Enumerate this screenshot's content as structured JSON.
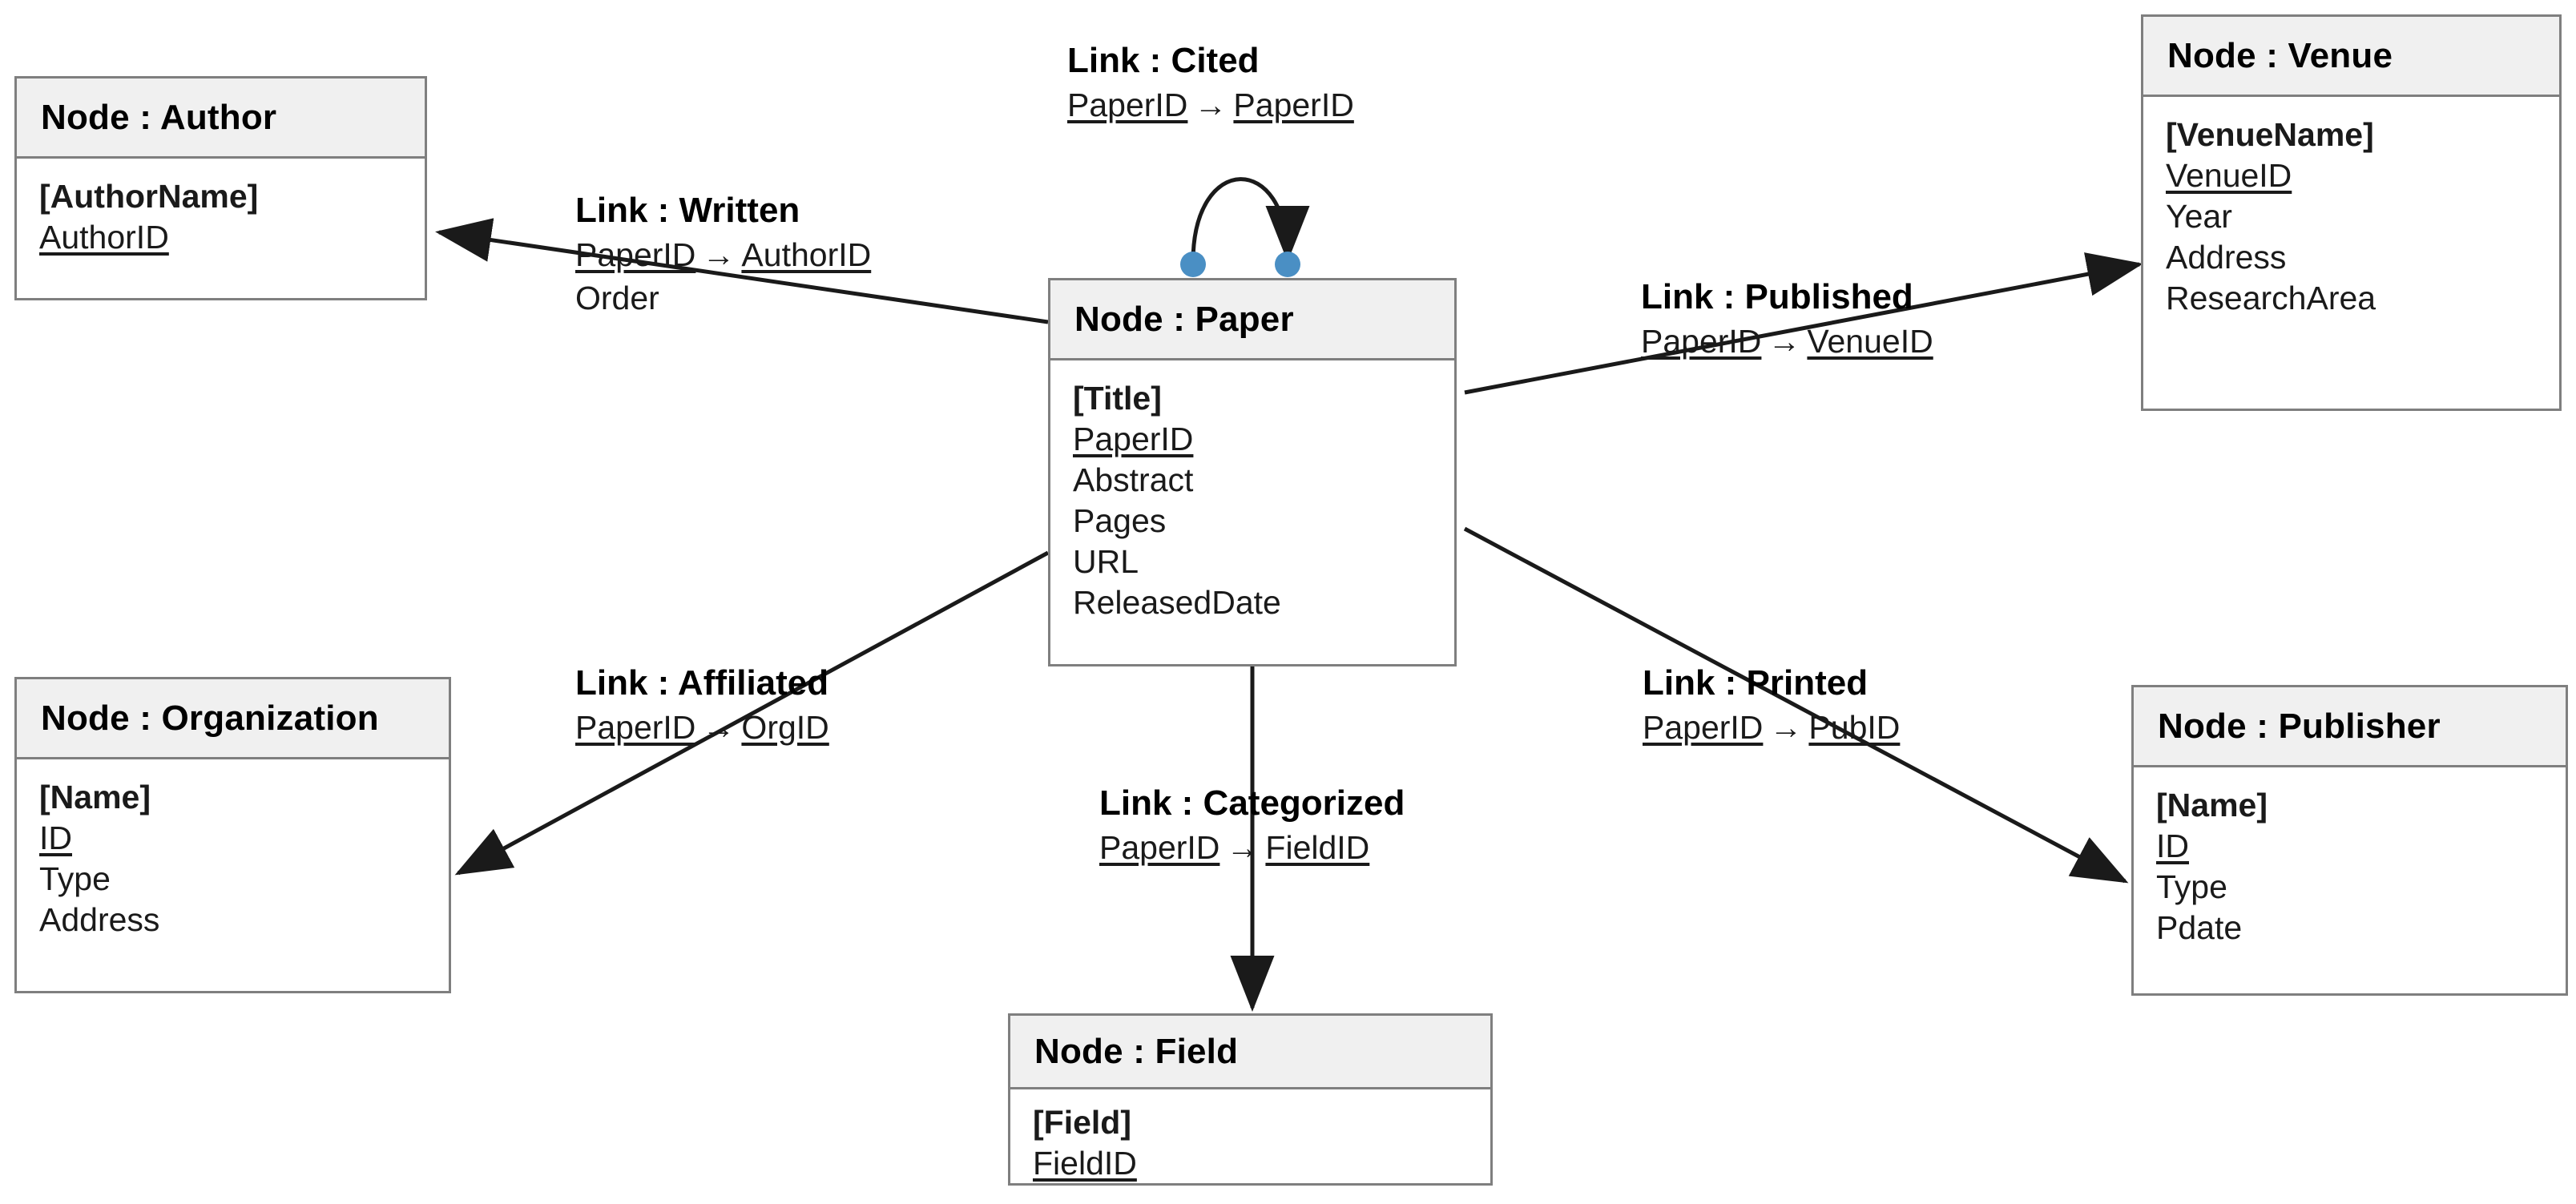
{
  "diagram": {
    "type": "graph-schema-er-diagram",
    "colors": {
      "node_border": "#7f7f7f",
      "node_header_bg": "#f0f0f0",
      "node_body_bg": "#ffffff",
      "text": "#1a1a1a",
      "edge": "#1a1a1a",
      "endpoint_dot": "#4a8fc4"
    },
    "nodes": [
      {
        "id": "author",
        "title": "Node : Author",
        "attributes": [
          {
            "text": "[AuthorName]",
            "style": "key"
          },
          {
            "text": "AuthorID",
            "style": "pk"
          }
        ]
      },
      {
        "id": "venue",
        "title": "Node : Venue",
        "attributes": [
          {
            "text": "[VenueName]",
            "style": "key"
          },
          {
            "text": "VenueID",
            "style": "pk"
          },
          {
            "text": "Year",
            "style": "plain"
          },
          {
            "text": "Address",
            "style": "plain"
          },
          {
            "text": "ResearchArea",
            "style": "plain"
          }
        ]
      },
      {
        "id": "paper",
        "title": "Node : Paper",
        "attributes": [
          {
            "text": "[Title]",
            "style": "key"
          },
          {
            "text": "PaperID",
            "style": "pk"
          },
          {
            "text": "Abstract",
            "style": "plain"
          },
          {
            "text": "Pages",
            "style": "plain"
          },
          {
            "text": "URL",
            "style": "plain"
          },
          {
            "text": "ReleasedDate",
            "style": "plain"
          }
        ]
      },
      {
        "id": "organization",
        "title": "Node : Organization",
        "attributes": [
          {
            "text": "[Name]",
            "style": "key"
          },
          {
            "text": "ID",
            "style": "pk"
          },
          {
            "text": "Type",
            "style": "plain"
          },
          {
            "text": "Address",
            "style": "plain"
          }
        ]
      },
      {
        "id": "publisher",
        "title": "Node : Publisher",
        "attributes": [
          {
            "text": "[Name]",
            "style": "key"
          },
          {
            "text": "ID",
            "style": "pk"
          },
          {
            "text": "Type",
            "style": "plain"
          },
          {
            "text": "Pdate",
            "style": "plain"
          }
        ]
      },
      {
        "id": "field",
        "title": "Node : Field",
        "attributes": [
          {
            "text": "[Field]",
            "style": "key"
          },
          {
            "text": "FieldID",
            "style": "pk"
          }
        ]
      }
    ],
    "links": [
      {
        "id": "cited",
        "title": "Link : Cited",
        "source_key": "PaperID",
        "arrow_glyph": "→",
        "target_key": "PaperID",
        "extra": "",
        "from": "paper",
        "to": "paper"
      },
      {
        "id": "written",
        "title": "Link : Written",
        "source_key": "PaperID",
        "arrow_glyph": "→",
        "target_key": "AuthorID",
        "extra": "Order",
        "from": "paper",
        "to": "author"
      },
      {
        "id": "published",
        "title": "Link : Published",
        "source_key": "PaperID",
        "arrow_glyph": "→",
        "target_key": "VenueID",
        "extra": "",
        "from": "paper",
        "to": "venue"
      },
      {
        "id": "affiliated",
        "title": "Link : Affiliated",
        "source_key": "PaperID",
        "arrow_glyph": "→",
        "target_key": "OrgID",
        "extra": "",
        "from": "paper",
        "to": "organization"
      },
      {
        "id": "printed",
        "title": "Link : Printed",
        "source_key": "PaperID",
        "arrow_glyph": "→",
        "target_key": "PubID",
        "extra": "",
        "from": "paper",
        "to": "publisher"
      },
      {
        "id": "categorized",
        "title": "Link : Categorized",
        "source_key": "PaperID",
        "arrow_glyph": "→",
        "target_key": "FieldID",
        "extra": "",
        "from": "paper",
        "to": "field"
      }
    ]
  }
}
